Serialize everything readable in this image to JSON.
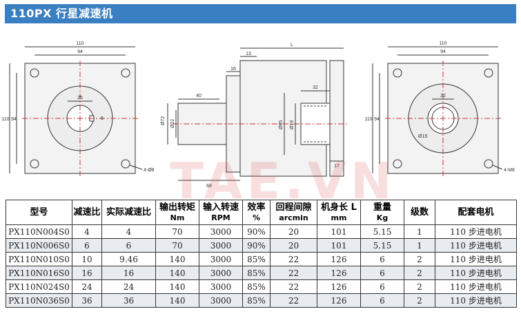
{
  "header": {
    "title": "110PX 行星减速机"
  },
  "drawings": {
    "front": {
      "w": "110",
      "bc": "94",
      "h": "110",
      "hbc": "94",
      "hub": "25",
      "key": "6",
      "holes": "4-Ø8"
    },
    "side": {
      "L": "L",
      "d13": "13",
      "d16": "16",
      "d40": "40",
      "d32": "32",
      "d68": "68",
      "d72": "Ø72",
      "d22": "Ø22",
      "d85": "Ø85",
      "d19": "Ø19",
      "d17": "17"
    },
    "rear": {
      "w": "110",
      "bc": "94",
      "h": "110",
      "hbc": "94",
      "bore": "22",
      "shaft": "Ø19",
      "holes": "4-M8"
    }
  },
  "watermark": {
    "text": "TAE.VN"
  },
  "table": {
    "headers": [
      {
        "main": "型号",
        "sub": ""
      },
      {
        "main": "减速比",
        "sub": ""
      },
      {
        "main": "实际减速比",
        "sub": ""
      },
      {
        "main": "输出转矩",
        "sub": "Nm"
      },
      {
        "main": "输入转速",
        "sub": "RPM"
      },
      {
        "main": "效率",
        "sub": "%"
      },
      {
        "main": "回程间隙",
        "sub": "arcmin"
      },
      {
        "main": "机身长 L",
        "sub": "mm"
      },
      {
        "main": "重量",
        "sub": "Kg"
      },
      {
        "main": "级数",
        "sub": ""
      },
      {
        "main": "配套电机",
        "sub": ""
      }
    ],
    "rows": [
      [
        "PX110N004S0",
        "4",
        "4",
        "70",
        "3000",
        "90%",
        "20",
        "101",
        "5.15",
        "1",
        "110 步进电机"
      ],
      [
        "PX110N006S0",
        "6",
        "6",
        "70",
        "3000",
        "90%",
        "20",
        "101",
        "5.15",
        "1",
        "110 步进电机"
      ],
      [
        "PX110N010S0",
        "10",
        "9.46",
        "140",
        "3000",
        "85%",
        "22",
        "126",
        "6",
        "2",
        "110 步进电机"
      ],
      [
        "PX110N016S0",
        "16",
        "16",
        "140",
        "3000",
        "85%",
        "22",
        "126",
        "6",
        "2",
        "110 步进电机"
      ],
      [
        "PX110N024S0",
        "24",
        "24",
        "140",
        "3000",
        "85%",
        "22",
        "126",
        "6",
        "2",
        "110 步进电机"
      ],
      [
        "PX110N036S0",
        "36",
        "36",
        "140",
        "3000",
        "85%",
        "22",
        "126",
        "6",
        "2",
        "110 步进电机"
      ]
    ]
  }
}
